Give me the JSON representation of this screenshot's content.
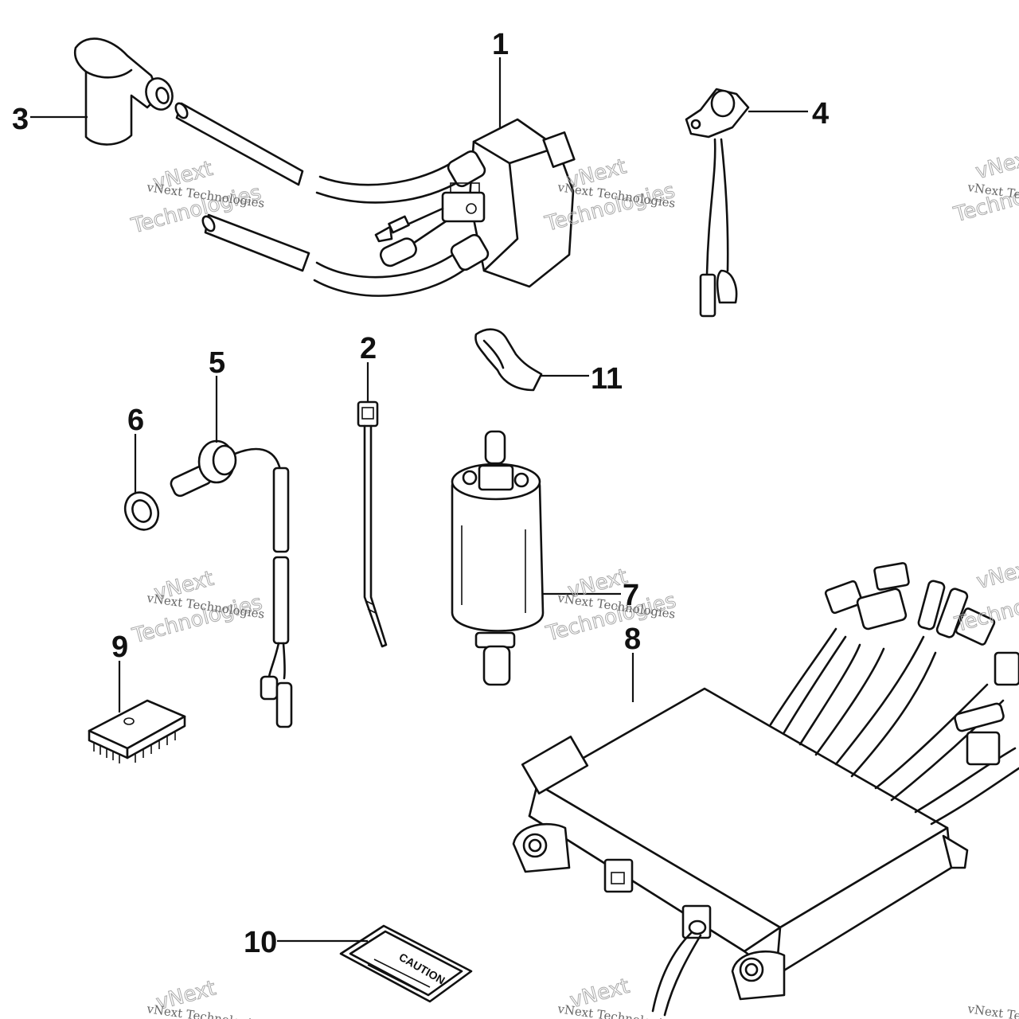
{
  "callouts": {
    "c1": "1",
    "c2": "2",
    "c3": "3",
    "c4": "4",
    "c5": "5",
    "c6": "6",
    "c7": "7",
    "c8": "8",
    "c9": "9",
    "c10": "10",
    "c11": "11"
  },
  "label": {
    "caution": "CAUTION"
  },
  "watermark": {
    "line1": "vNext",
    "line2": "vNext Technologies",
    "line3": "Technologies"
  }
}
